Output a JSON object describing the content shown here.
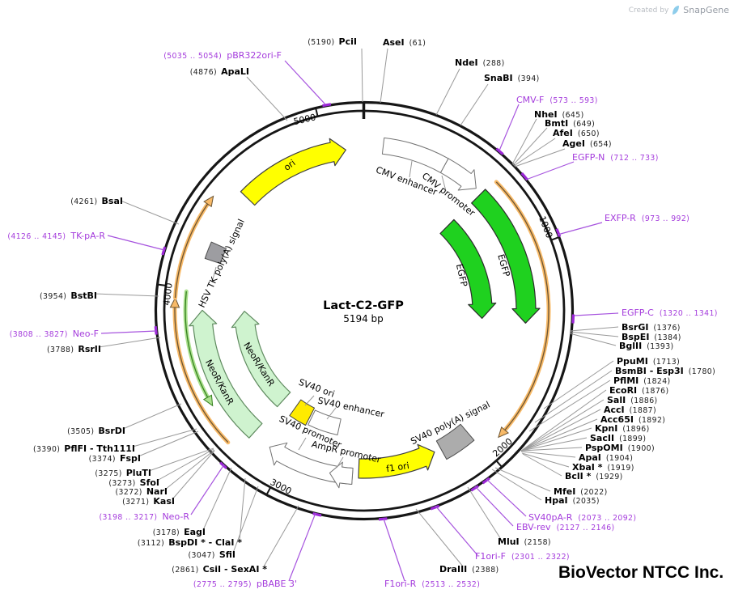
{
  "plasmid": {
    "name": "Lact-C2-GFP",
    "size": "5194 bp"
  },
  "branding": {
    "created_by": "Created by",
    "logo_text": "SnapGene",
    "company": "BioVector NTCC Inc."
  },
  "ticks": [
    "1000",
    "2000",
    "3000",
    "4000",
    "5000"
  ],
  "features": {
    "ori": "ori",
    "cmv_enhancer": "CMV enhancer",
    "cmv_promoter": "CMV promoter",
    "egfp": "EGFP",
    "sv40_polya": "SV40 poly(A) signal",
    "f1_ori": "f1 ori",
    "ampr_promoter": "AmpR promoter",
    "sv40_promoter": "SV40 promoter",
    "sv40_enhancer": "SV40 enhancer",
    "sv40_ori": "SV40 ori",
    "neor_kanr": "NeoR/KanR",
    "hsv_tk_polya": "HSV TK poly(A) signal"
  },
  "enzymes": [
    {
      "label": "PciI",
      "pos": "(5190)"
    },
    {
      "label": "AseI",
      "pos": "(61)"
    },
    {
      "label": "NdeI",
      "pos": "(288)"
    },
    {
      "label": "SnaBI",
      "pos": "(394)"
    },
    {
      "label": "NheI",
      "pos": "(645)"
    },
    {
      "label": "BmtI",
      "pos": "(649)"
    },
    {
      "label": "AfeI",
      "pos": "(650)"
    },
    {
      "label": "AgeI",
      "pos": "(654)"
    },
    {
      "label": "BsrGI",
      "pos": "(1376)"
    },
    {
      "label": "BspEI",
      "pos": "(1384)"
    },
    {
      "label": "BglII",
      "pos": "(1393)"
    },
    {
      "label": "PpuMI",
      "pos": "(1713)"
    },
    {
      "label": "BsmBI - Esp3I",
      "pos": "(1780)"
    },
    {
      "label": "PflMI",
      "pos": "(1824)"
    },
    {
      "label": "EcoRI",
      "pos": "(1876)"
    },
    {
      "label": "SalI",
      "pos": "(1886)"
    },
    {
      "label": "AccI",
      "pos": "(1887)"
    },
    {
      "label": "Acc65I",
      "pos": "(1892)"
    },
    {
      "label": "KpnI",
      "pos": "(1896)"
    },
    {
      "label": "SacII",
      "pos": "(1899)"
    },
    {
      "label": "PspOMI",
      "pos": "(1900)"
    },
    {
      "label": "ApaI",
      "pos": "(1904)"
    },
    {
      "label": "XbaI *",
      "pos": "(1919)"
    },
    {
      "label": "BclI *",
      "pos": "(1929)"
    },
    {
      "label": "MfeI",
      "pos": "(2022)"
    },
    {
      "label": "HpaI",
      "pos": "(2035)"
    },
    {
      "label": "MluI",
      "pos": "(2158)"
    },
    {
      "label": "DraIII",
      "pos": "(2388)"
    },
    {
      "label": "CsiI - SexAI *",
      "pos": "(2861)"
    },
    {
      "label": "SfiI",
      "pos": "(3047)"
    },
    {
      "label": "BspDI * - ClaI *",
      "pos": "(3112)"
    },
    {
      "label": "EagI",
      "pos": "(3178)"
    },
    {
      "label": "KasI",
      "pos": "(3271)"
    },
    {
      "label": "NarI",
      "pos": "(3272)"
    },
    {
      "label": "SfoI",
      "pos": "(3273)"
    },
    {
      "label": "PluTI",
      "pos": "(3275)"
    },
    {
      "label": "FspI",
      "pos": "(3374)"
    },
    {
      "label": "PflFI - Tth111I",
      "pos": "(3390)"
    },
    {
      "label": "BsrDI",
      "pos": "(3505)"
    },
    {
      "label": "RsrII",
      "pos": "(3788)"
    },
    {
      "label": "BstBI",
      "pos": "(3954)"
    },
    {
      "label": "BsaI",
      "pos": "(4261)"
    },
    {
      "label": "ApaLI",
      "pos": "(4876)"
    }
  ],
  "primers": [
    {
      "label": "CMV-F",
      "range": "(573 .. 593)"
    },
    {
      "label": "EGFP-N",
      "range": "(712 .. 733)"
    },
    {
      "label": "EXFP-R",
      "range": "(973 .. 992)"
    },
    {
      "label": "EGFP-C",
      "range": "(1320 .. 1341)"
    },
    {
      "label": "SV40pA-R",
      "range": "(2073 .. 2092)"
    },
    {
      "label": "EBV-rev",
      "range": "(2127 .. 2146)"
    },
    {
      "label": "F1ori-F",
      "range": "(2301 .. 2322)"
    },
    {
      "label": "F1ori-R",
      "range": "(2513 .. 2532)"
    },
    {
      "label": "pBABE 3'",
      "range": "(2775 .. 2795)"
    },
    {
      "label": "Neo-R",
      "range": "(3198 .. 3217)"
    },
    {
      "label": "Neo-F",
      "range": "(3808 .. 3827)"
    },
    {
      "label": "TK-pA-R",
      "range": "(4126 .. 4145)"
    },
    {
      "label": "pBR322ori-F",
      "range": "(5035 .. 5054)"
    }
  ],
  "colors": {
    "primer": "#A43BDC",
    "enzyme_line": "#999999",
    "backbone": "#161616",
    "cds_green": "#1FD11F",
    "resistance_green": "#CFF3CF",
    "ori_yellow": "#FFFF00",
    "signal_gray": "#ACACAC",
    "orf_orange": "#F8BA68",
    "orf_reverse_green": "#ABE18E"
  }
}
